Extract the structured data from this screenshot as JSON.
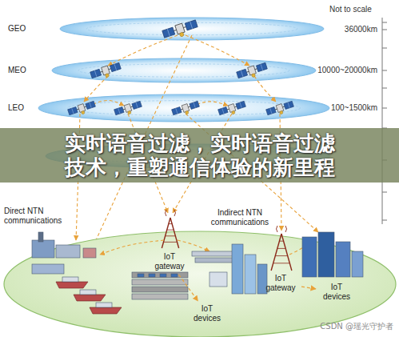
{
  "diagram": {
    "title": "实时语音过滤，实时语音过滤技术，重塑通信体验的新里程",
    "nodes": [
      {
        "text": [
          "IoT gateway"
        ]
      },
      {
        "text": [
          "IoT gateway"
        ]
      },
      {
        "text": [
          "IoT devices"
        ]
      },
      {
        "text": [
          "IoT devices"
        ]
      }
    ],
    "edges": [
      {
        "from": 0,
        "to": 3,
        "arrow": "to"
      },
      {
        "from": 1,
        "to": 2,
        "arrow": "to"
      }
    ],
    "labels": [
      "Not to scale",
      "GEO",
      "36000km",
      "MEO",
      "10000~20000km",
      "LEO",
      "100~1500km",
      "Direct NTN communications",
      "Indirect NTN communications",
      "CSDN @瑶光守护者"
    ]
  }
}
